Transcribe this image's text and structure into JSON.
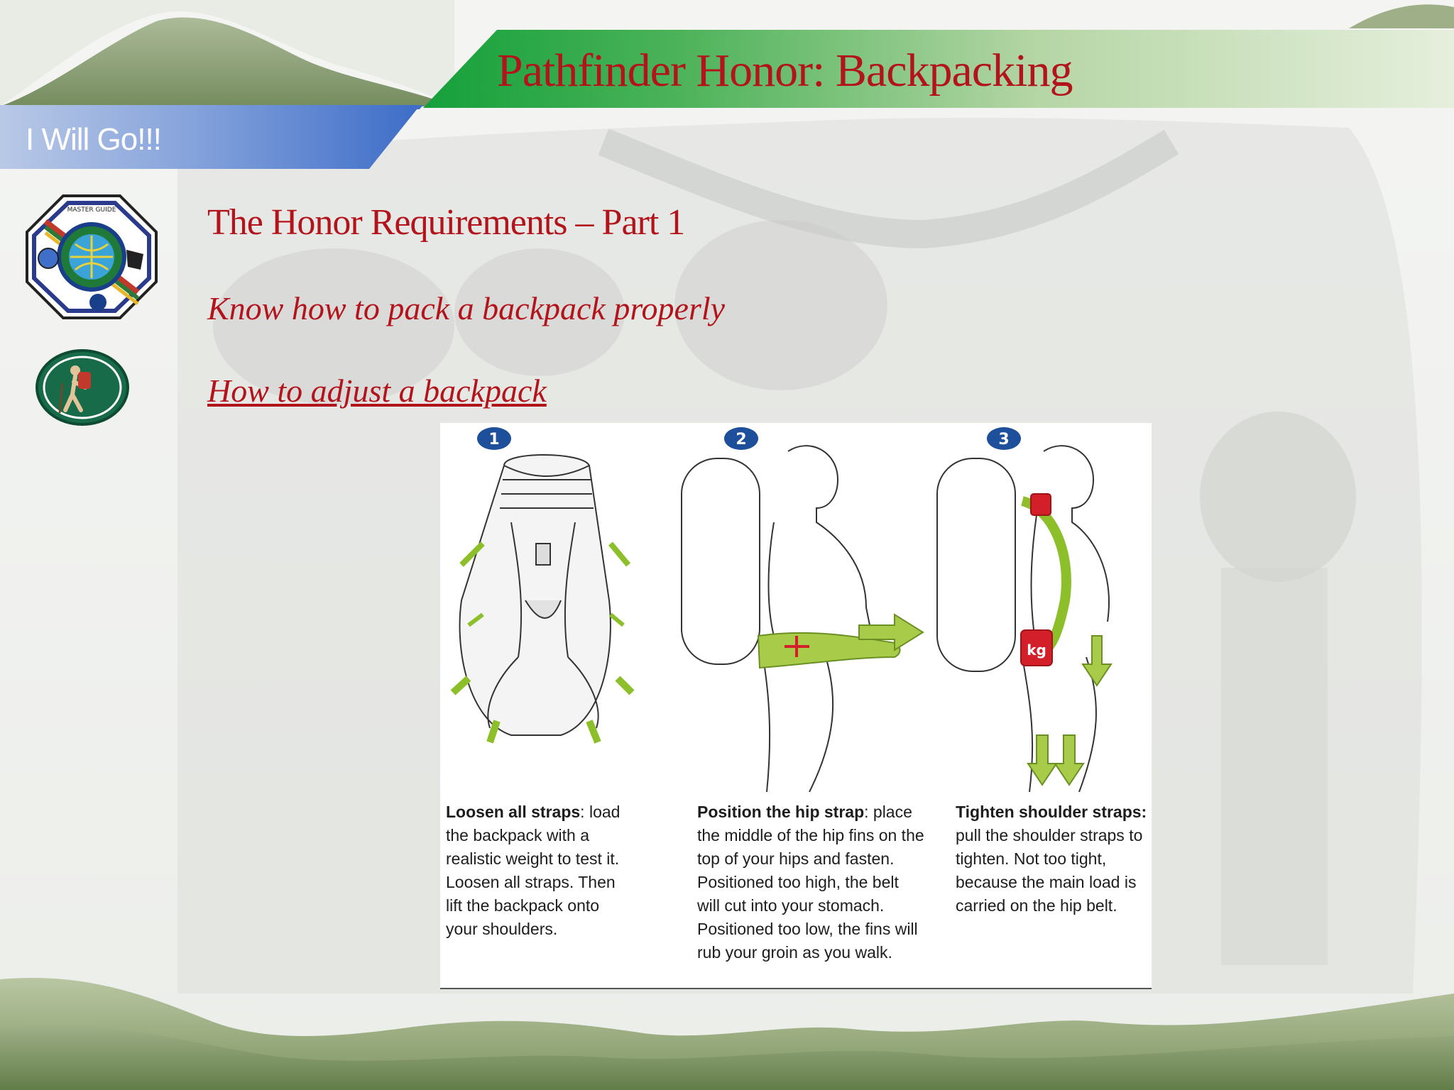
{
  "slide": {
    "title": "Pathfinder Honor: Backpacking",
    "tagline": "I Will Go!!!",
    "section_title": "The Honor Requirements – Part 1",
    "requirement": "Know how to pack a backpack properly",
    "adjust_link": "How to adjust a backpack"
  },
  "colors": {
    "accent_red": "#b3141c",
    "banner_green": "#1f9a3c",
    "banner_blue": "#3f6fc9",
    "strap_green": "#8cbf2a"
  },
  "steps": [
    {
      "number": "1",
      "heading": "Loosen all straps",
      "heading_suffix": ":",
      "body": "load the backpack with a realistic weight to test it. Loosen all straps. Then lift the backpack onto your shoulders."
    },
    {
      "number": "2",
      "heading": "Position the hip strap",
      "heading_suffix": ":",
      "body": "place the middle of the hip fins on the top of your hips and fasten. Positioned too high, the belt will cut into your stomach. Positioned too low, the fins will rub your groin as you walk."
    },
    {
      "number": "3",
      "heading": "Tighten shoulder straps:",
      "heading_suffix": "",
      "body": "pull the shoulder straps to tighten. Not too tight, because the main load is carried on the hip belt."
    }
  ],
  "weight_label": "kg"
}
